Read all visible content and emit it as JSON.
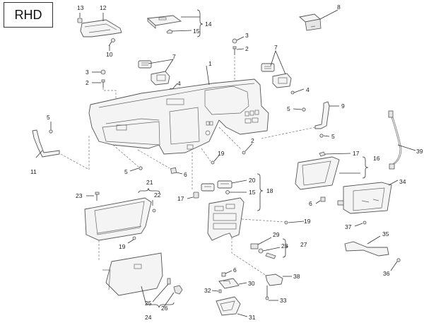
{
  "badge": {
    "label": "RHD"
  },
  "callouts": [
    {
      "id": "c13",
      "text": "13"
    },
    {
      "id": "c12",
      "text": "12"
    },
    {
      "id": "c10",
      "text": "10"
    },
    {
      "id": "c14",
      "text": "14"
    },
    {
      "id": "c15a",
      "text": "15"
    },
    {
      "id": "c8",
      "text": "8"
    },
    {
      "id": "c3a",
      "text": "3"
    },
    {
      "id": "c2a",
      "text": "2"
    },
    {
      "id": "c3b",
      "text": "3"
    },
    {
      "id": "c2b",
      "text": "2"
    },
    {
      "id": "c7a",
      "text": "7"
    },
    {
      "id": "c7b",
      "text": "7"
    },
    {
      "id": "c1",
      "text": "1"
    },
    {
      "id": "c4a",
      "text": "4"
    },
    {
      "id": "c4b",
      "text": "4"
    },
    {
      "id": "c5a",
      "text": "5"
    },
    {
      "id": "c5b",
      "text": "5"
    },
    {
      "id": "c5c",
      "text": "5"
    },
    {
      "id": "c5d",
      "text": "5"
    },
    {
      "id": "c9",
      "text": "9"
    },
    {
      "id": "c11",
      "text": "11"
    },
    {
      "id": "c6a",
      "text": "6"
    },
    {
      "id": "c19a",
      "text": "19"
    },
    {
      "id": "c2c",
      "text": "2"
    },
    {
      "id": "c17a",
      "text": "17"
    },
    {
      "id": "c16",
      "text": "16"
    },
    {
      "id": "c39",
      "text": "39"
    },
    {
      "id": "c21",
      "text": "21"
    },
    {
      "id": "c22",
      "text": "22"
    },
    {
      "id": "c23",
      "text": "23"
    },
    {
      "id": "c20",
      "text": "20"
    },
    {
      "id": "c15b",
      "text": "15"
    },
    {
      "id": "c18",
      "text": "18"
    },
    {
      "id": "c17b",
      "text": "17"
    },
    {
      "id": "c34",
      "text": "34"
    },
    {
      "id": "c6b",
      "text": "6"
    },
    {
      "id": "c37",
      "text": "37"
    },
    {
      "id": "c19b",
      "text": "19"
    },
    {
      "id": "c19c",
      "text": "19"
    },
    {
      "id": "c29",
      "text": "29"
    },
    {
      "id": "c28",
      "text": "28"
    },
    {
      "id": "c27",
      "text": "27"
    },
    {
      "id": "c35",
      "text": "35"
    },
    {
      "id": "c36",
      "text": "36"
    },
    {
      "id": "c6c",
      "text": "6"
    },
    {
      "id": "c30",
      "text": "30"
    },
    {
      "id": "c32",
      "text": "32"
    },
    {
      "id": "c38",
      "text": "38"
    },
    {
      "id": "c33",
      "text": "33"
    },
    {
      "id": "c31",
      "text": "31"
    },
    {
      "id": "c25",
      "text": "25"
    },
    {
      "id": "c26",
      "text": "26"
    },
    {
      "id": "c24",
      "text": "24"
    }
  ]
}
